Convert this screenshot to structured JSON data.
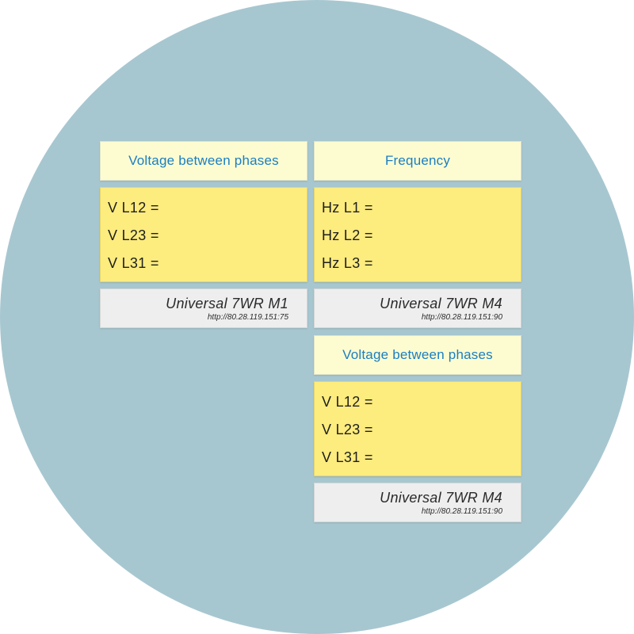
{
  "colors": {
    "background_circle": "#a7c7d0",
    "title_bg": "#fdfcd1",
    "title_text": "#1a7ec4",
    "body_bg": "#fdec7e",
    "footer_bg": "#eeeeee"
  },
  "panels": [
    {
      "title": "Voltage between phases",
      "readings": [
        {
          "label": "V L12 =",
          "value": ""
        },
        {
          "label": "V L23 =",
          "value": ""
        },
        {
          "label": "V L31 =",
          "value": ""
        }
      ],
      "device": "Universal 7WR M1",
      "url": "http://80.28.119.151:75"
    },
    {
      "title": "Frequency",
      "readings": [
        {
          "label": "Hz L1 =",
          "value": ""
        },
        {
          "label": "Hz L2 =",
          "value": ""
        },
        {
          "label": "Hz L3 =",
          "value": ""
        }
      ],
      "device": "Universal 7WR M4",
      "url": "http://80.28.119.151:90"
    },
    {
      "title": "Voltage between phases",
      "readings": [
        {
          "label": "V L12 =",
          "value": ""
        },
        {
          "label": "V L23 =",
          "value": ""
        },
        {
          "label": "V L31 =",
          "value": ""
        }
      ],
      "device": "Universal 7WR M4",
      "url": "http://80.28.119.151:90"
    }
  ]
}
